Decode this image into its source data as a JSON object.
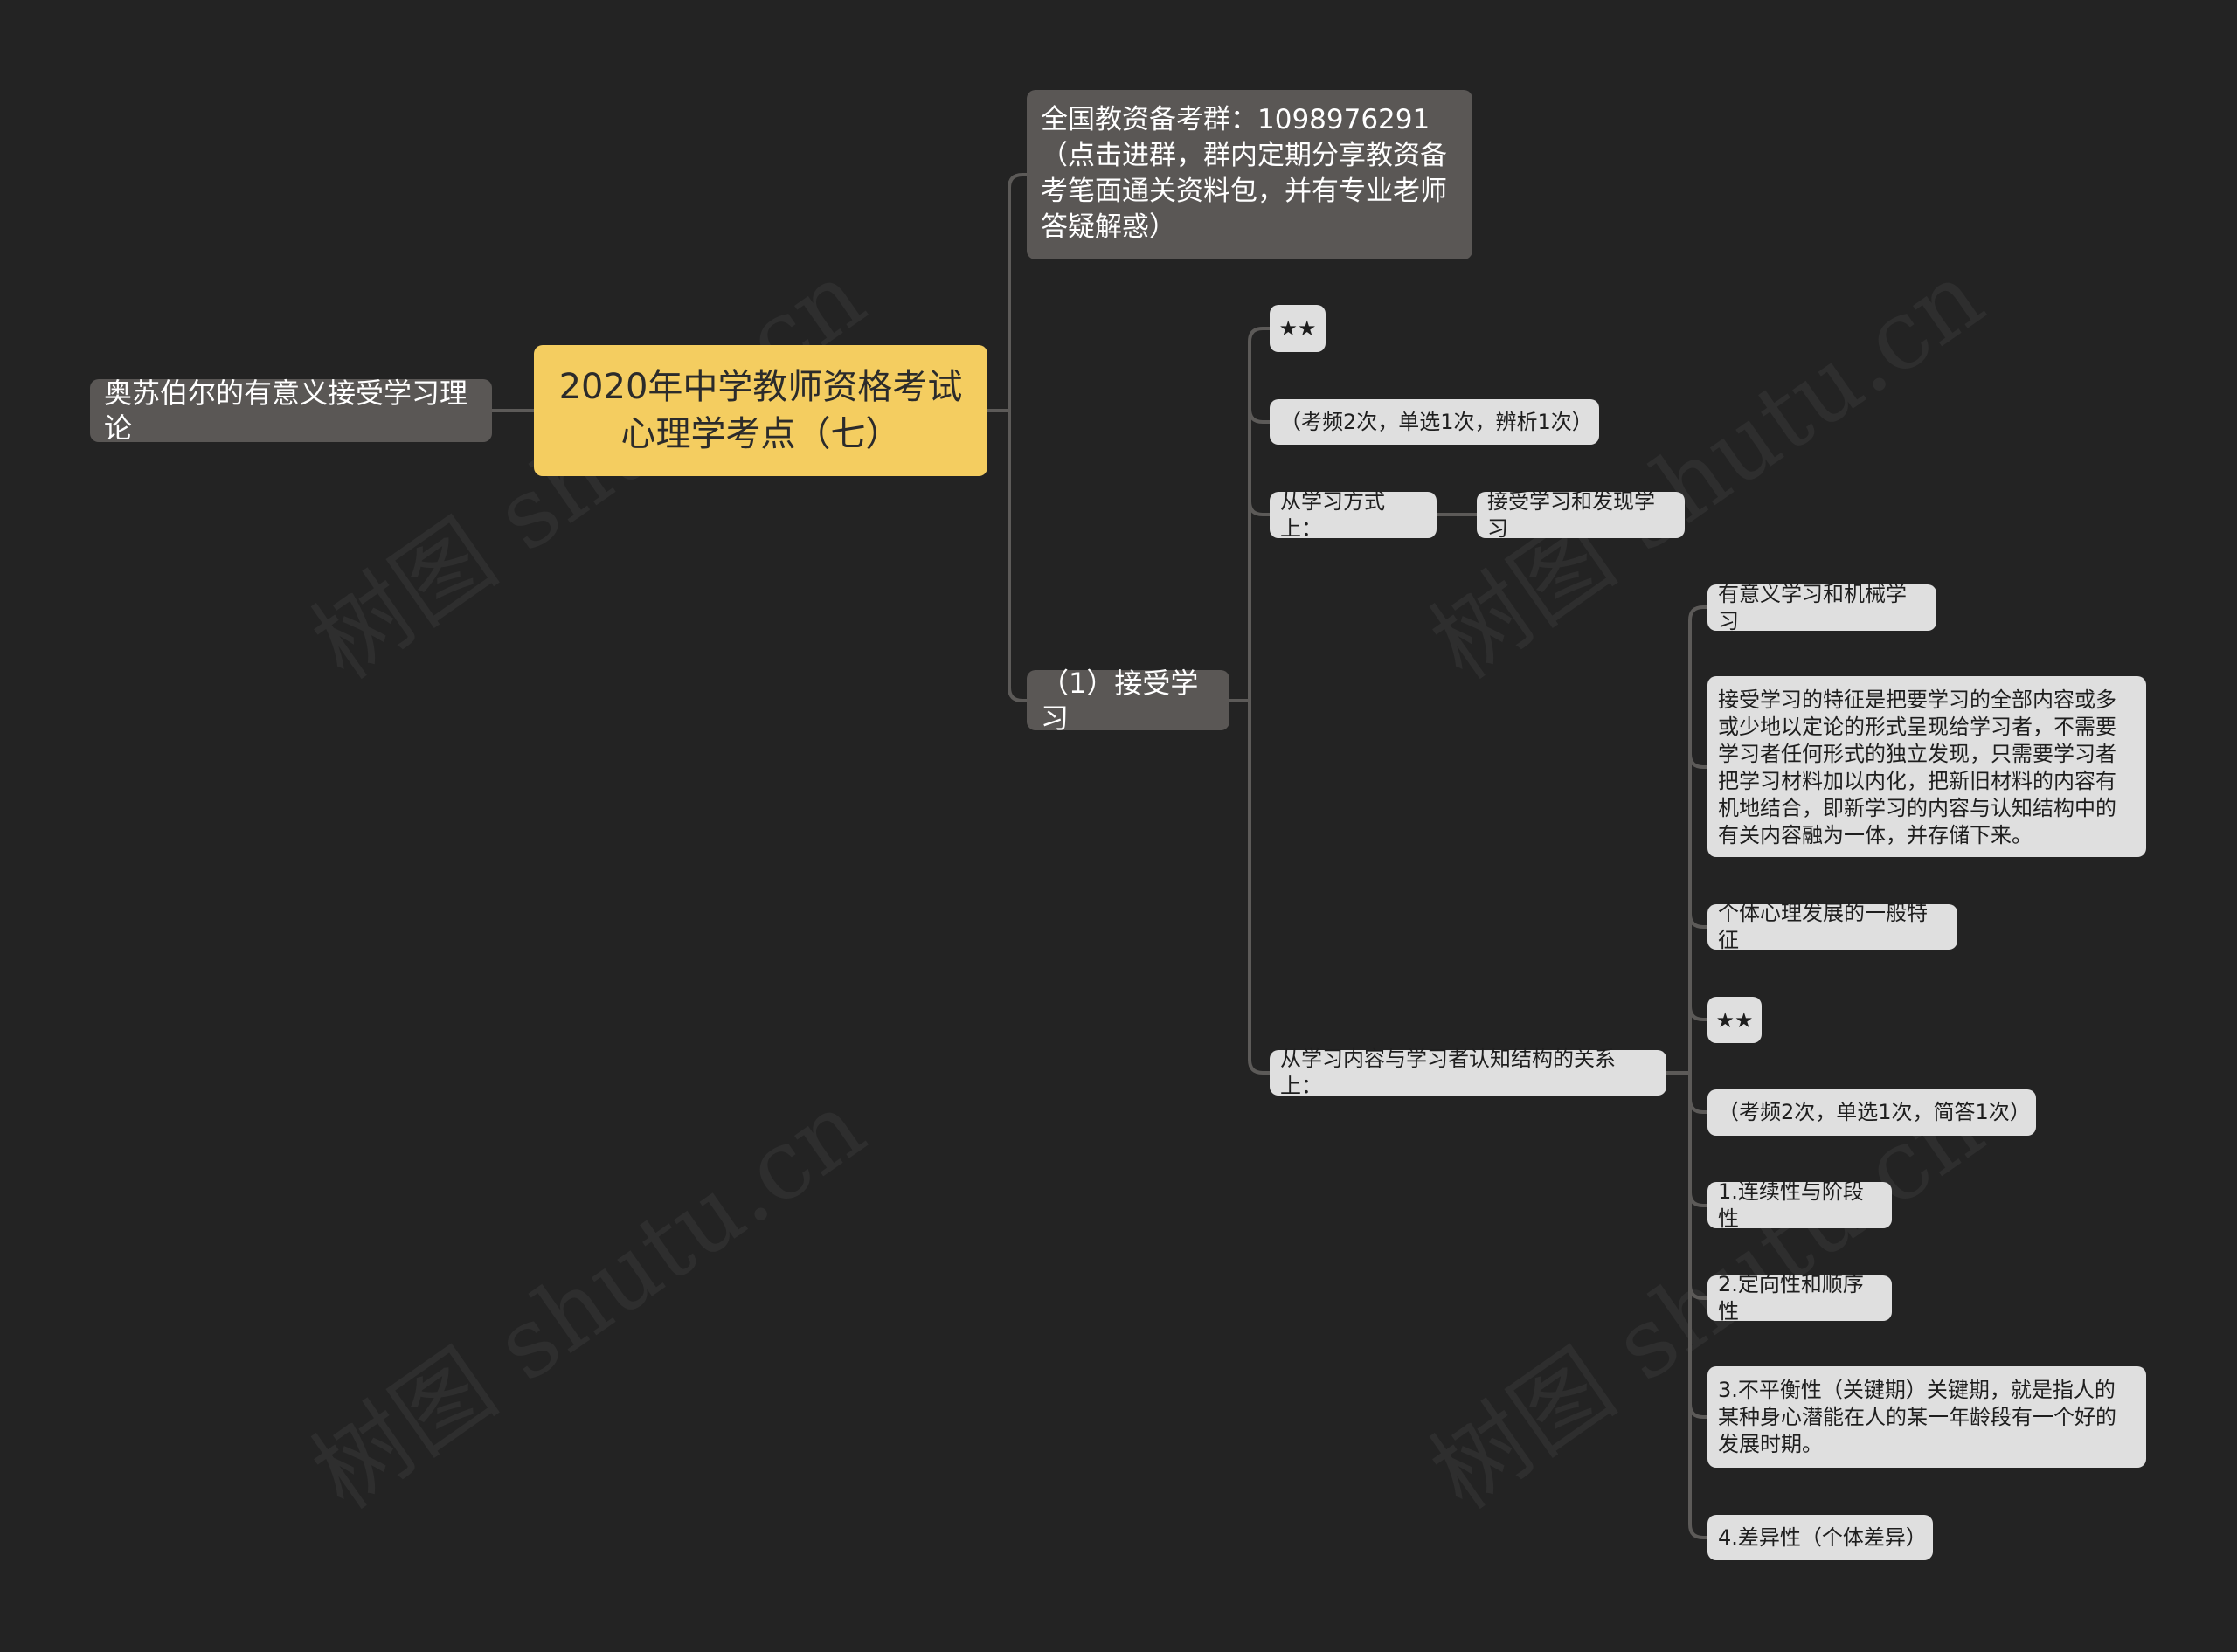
{
  "watermark": "树图 shutu.cn",
  "colors": {
    "background": "#232323",
    "root_fill": "#f4cd60",
    "dark_node_fill": "#5a5755",
    "light_node_fill": "#dfdfdf",
    "connector": "#5c5a58"
  },
  "root": {
    "line1": "2020年中学教师资格考试",
    "line2": "心理学考点（七）"
  },
  "left": {
    "label": "奥苏伯尔的有意义接受学习理论"
  },
  "branches": {
    "group_note": "全国教资备考群：1098976291（点击进群，群内定期分享教资备考笔面通关资料包，并有专业老师答疑解惑）",
    "receive_learning": {
      "label": "（1）接受学习",
      "children": {
        "stars": "★★",
        "frequency": "（考频2次，单选1次，辨析1次）",
        "by_method": {
          "label": "从学习方式上：",
          "child": "接受学习和发现学习"
        },
        "by_relation": {
          "label": "从学习内容与学习者认知结构的关系上：",
          "children": [
            "有意义学习和机械学习",
            "接受学习的特征是把要学习的全部内容或多或少地以定论的形式呈现给学习者，不需要学习者任何形式的独立发现，只需要学习者把学习材料加以内化，把新旧材料的内容有机地结合，即新学习的内容与认知结构中的有关内容融为一体，并存储下来。",
            "个体心理发展的一般特征",
            "★★",
            "（考频2次，单选1次，简答1次）",
            "1.连续性与阶段性",
            "2.定向性和顺序性",
            "3.不平衡性（关键期）关键期，就是指人的某种身心潜能在人的某一年龄段有一个好的发展时期。",
            "4.差异性（个体差异）"
          ]
        }
      }
    }
  }
}
